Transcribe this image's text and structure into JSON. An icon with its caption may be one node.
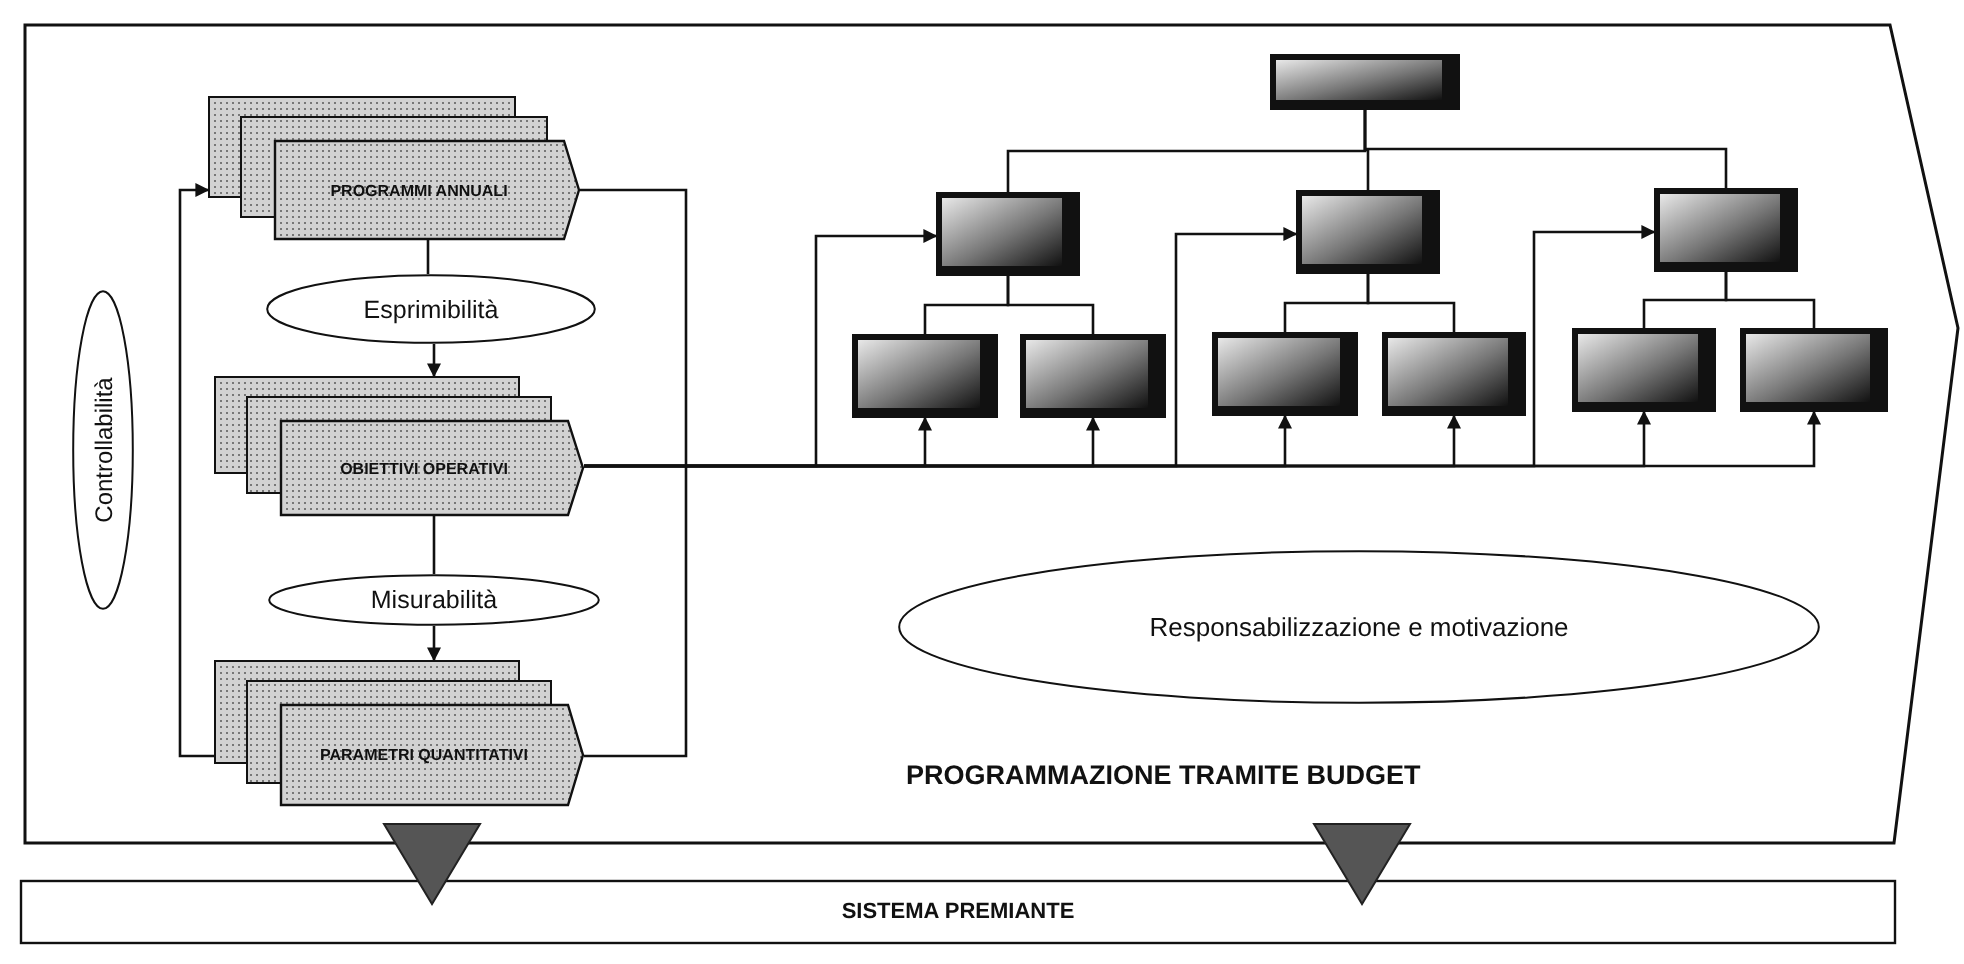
{
  "diagram": {
    "nodes": [
      {
        "text": [
          "PROGRAMMAZIONE TRAMITE BUDGET"
        ]
      },
      {
        "text": [
          "Controllabilità"
        ],
        "in": 0
      },
      {
        "text": [
          "PROGRAMMI ANNUALI"
        ],
        "in": 0
      },
      {
        "text": [
          "Esprimibilità"
        ],
        "in": 0
      },
      {
        "text": [
          "OBIETTIVI OPERATIVI"
        ],
        "in": 0
      },
      {
        "text": [
          "Misurabilità"
        ],
        "in": 0
      },
      {
        "text": [
          "PARAMETRI QUANTITATIVI"
        ],
        "in": 0
      },
      {
        "text": [
          "Responsabilizzazione e motivazione"
        ],
        "in": 0
      },
      {
        "text": [],
        "shape": "box",
        "in": 0
      },
      {
        "text": [],
        "shape": "box",
        "in": 0
      },
      {
        "text": [],
        "shape": "box",
        "in": 0
      },
      {
        "text": [],
        "shape": "box",
        "in": 0
      },
      {
        "text": [],
        "shape": "box",
        "in": 0
      },
      {
        "text": [],
        "shape": "box",
        "in": 0
      },
      {
        "text": [],
        "shape": "box",
        "in": 0
      },
      {
        "text": [],
        "shape": "box",
        "in": 0
      },
      {
        "text": [],
        "shape": "box",
        "in": 0
      },
      {
        "text": [],
        "shape": "box",
        "in": 0
      },
      {
        "text": [
          "SISTEMA PREMIANTE"
        ]
      }
    ],
    "edges": [
      {
        "from": 2,
        "to": 3,
        "arrow": "none"
      },
      {
        "from": 3,
        "to": 4,
        "arrow": "to"
      },
      {
        "from": 4,
        "to": 5,
        "arrow": "none"
      },
      {
        "from": 5,
        "to": 6,
        "arrow": "to"
      },
      {
        "from": 6,
        "to": 2,
        "arrow": "to"
      },
      {
        "from": 2,
        "to": 6,
        "arrow": "none"
      },
      {
        "from": 8,
        "to": 9,
        "arrow": "none"
      },
      {
        "from": 8,
        "to": 10,
        "arrow": "none"
      },
      {
        "from": 8,
        "to": 11,
        "arrow": "none"
      },
      {
        "from": 9,
        "to": 12,
        "arrow": "none"
      },
      {
        "from": 9,
        "to": 13,
        "arrow": "none"
      },
      {
        "from": 10,
        "to": 14,
        "arrow": "none"
      },
      {
        "from": 10,
        "to": 15,
        "arrow": "none"
      },
      {
        "from": 11,
        "to": 16,
        "arrow": "none"
      },
      {
        "from": 11,
        "to": 17,
        "arrow": "none"
      },
      {
        "from": 4,
        "to": 9,
        "arrow": "to"
      },
      {
        "from": 4,
        "to": 10,
        "arrow": "to"
      },
      {
        "from": 4,
        "to": 11,
        "arrow": "to"
      },
      {
        "from": 4,
        "to": 12,
        "arrow": "to"
      },
      {
        "from": 4,
        "to": 13,
        "arrow": "to"
      },
      {
        "from": 4,
        "to": 14,
        "arrow": "to"
      },
      {
        "from": 4,
        "to": 15,
        "arrow": "to"
      },
      {
        "from": 4,
        "to": 16,
        "arrow": "to"
      },
      {
        "from": 4,
        "to": 17,
        "arrow": "to"
      },
      {
        "from": 0,
        "to": 18,
        "arrow": "to",
        "style": "thick"
      },
      {
        "from": 0,
        "to": 18,
        "arrow": "to",
        "style": "thick"
      }
    ]
  }
}
